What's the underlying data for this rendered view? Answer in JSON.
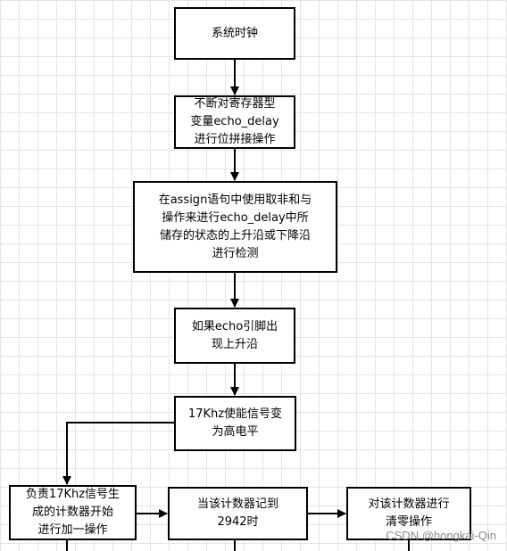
{
  "nodes": {
    "system_clock": {
      "lines": [
        "系统时钟"
      ]
    },
    "shift_register": {
      "lines": [
        "不断对寄存器型",
        "变量echo_delay",
        "进行位拼接操作"
      ]
    },
    "edge_detect": {
      "lines": [
        "在assign语句中使用取非和与",
        "操作来进行echo_delay中所",
        "储存的状态的上升沿或下降沿",
        "进行检测"
      ]
    },
    "echo_rising": {
      "lines": [
        "如果echo引脚出",
        "现上升沿"
      ]
    },
    "enable_high": {
      "lines": [
        "17Khz使能信号变",
        "为高电平"
      ]
    },
    "counter_increment": {
      "lines": [
        "负责17Khz信号生",
        "成的计数器开始",
        "进行加一操作"
      ]
    },
    "counter_reach": {
      "lines": [
        "当该计数器记到",
        "2942时"
      ]
    },
    "counter_clear": {
      "lines": [
        "对该计数器进行",
        "清零操作"
      ]
    }
  },
  "watermark": "CSDN @hongkai-Qin",
  "colors": {
    "line": "#000000",
    "grid": "#e4e4e4",
    "watermark": "#8a8a8a"
  }
}
